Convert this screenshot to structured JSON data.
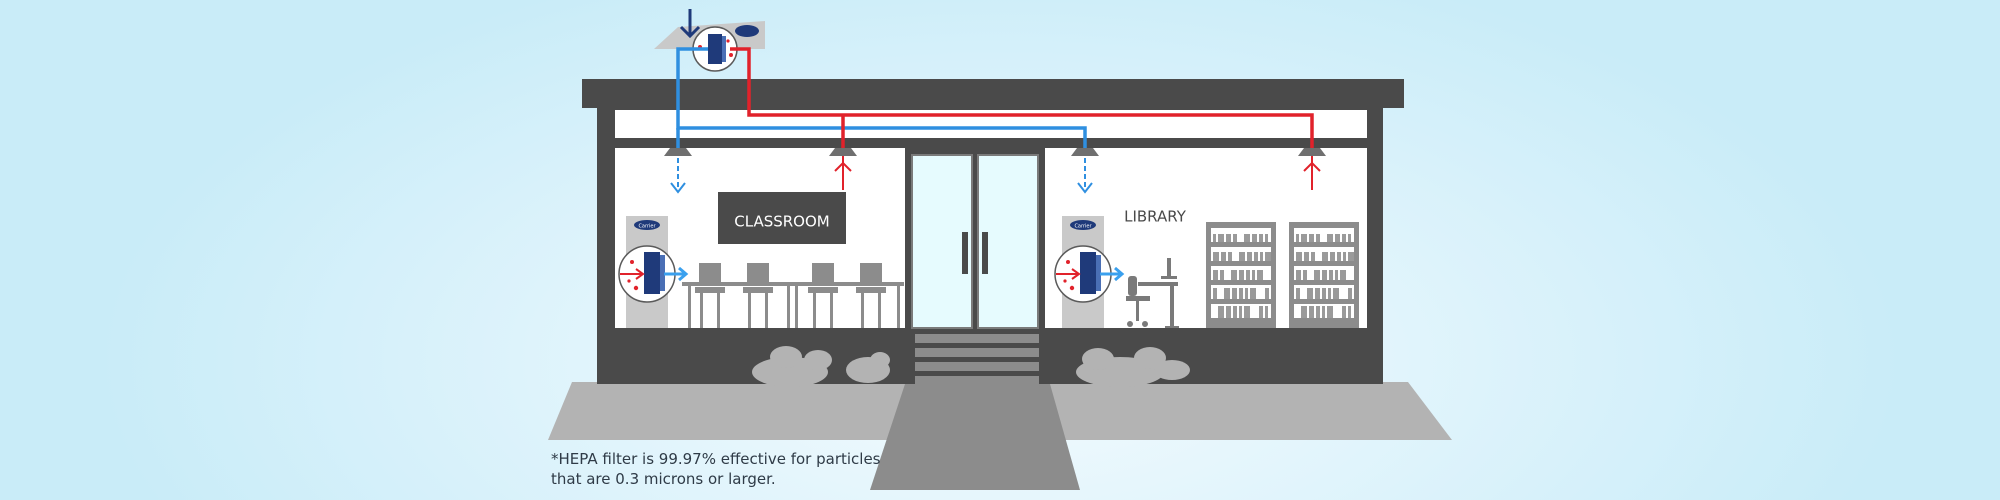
{
  "rooms": {
    "left": "CLASSROOM",
    "right": "LIBRARY"
  },
  "unit_badge": "Carrier",
  "footnote": {
    "line1": "*HEPA filter is 99.97% effective for particles",
    "line2": "that are 0.3 microns or larger."
  },
  "colors": {
    "supply_air": "#2f8fe0",
    "return_air": "#e1222b",
    "building": "#4a4a4a",
    "ground": "#b3b3b3",
    "glass": "#e6fbfe",
    "brand_navy": "#1f3a7a"
  },
  "icons": [
    "supply-arrow-icon",
    "return-arrow-icon",
    "hepa-filter-icon",
    "bookshelf-icon",
    "chair-icon",
    "desk-icon",
    "bush-icon"
  ]
}
